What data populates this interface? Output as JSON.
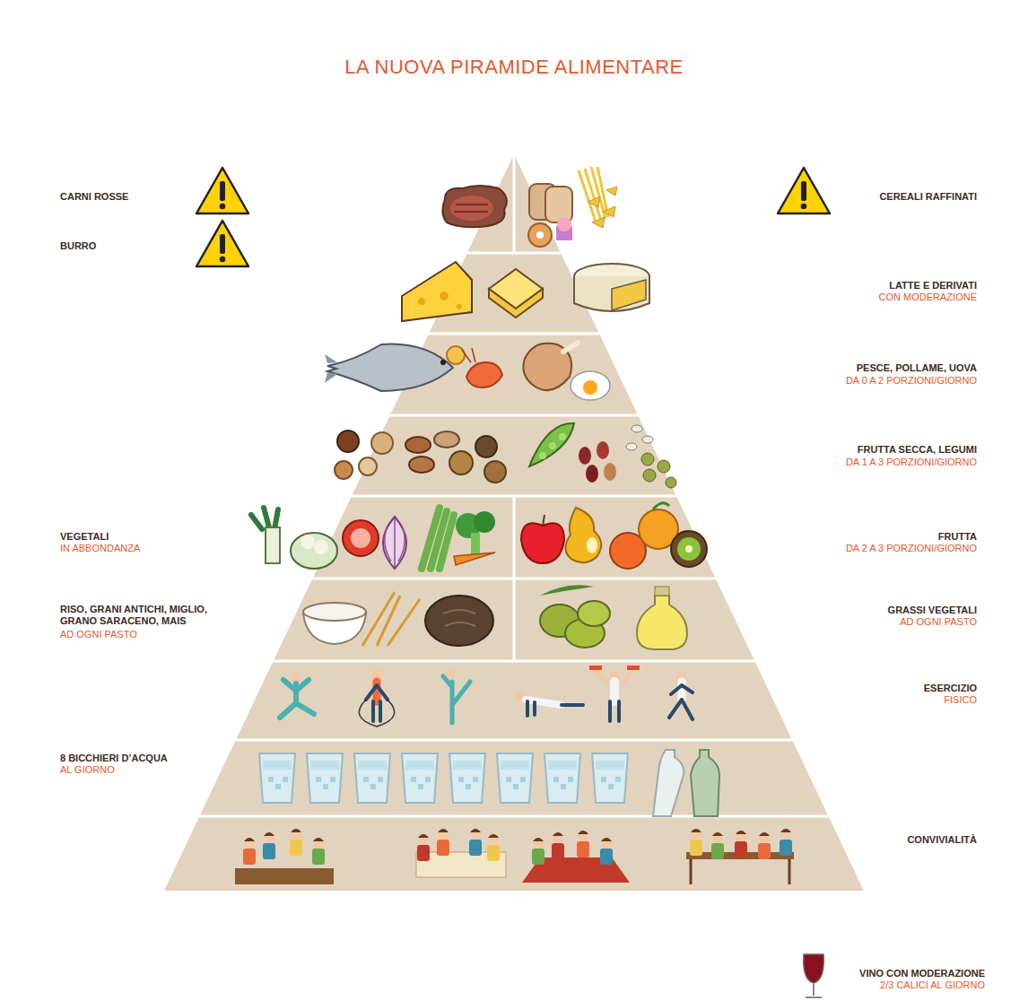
{
  "diagram": {
    "title": "LA NUOVA PIRAMIDE ALIMENTARE",
    "labels": [
      "CARNI ROSSE",
      "CEREALI RAFFINATI",
      "BURRO",
      "LATTE E DERIVATI",
      "CON MODERAZIONE",
      "PESCE, POLLAME, UOVA",
      "DA 0 A 2 PORZIONI/GIORNO",
      "FRUTTA SECCA, LEGUMI",
      "DA 1 A 3 PORZIONI/GIORNO",
      "VEGETALI",
      "IN ABBONDANZA",
      "FRUTTA",
      "DA 2 A 3 PORZIONI/GIORNO",
      "RISO, GRANI ANTICHI, MIGLIO, GRANO SARACENO, MAIS",
      "AD OGNI PASTO",
      "GRASSI VEGETALI",
      "AD OGNI PASTO",
      "ESERCIZIO",
      "FISICO",
      "8 BICCHIERI D’ACQUA",
      "AL GIORNO",
      "CONVIVIALITÀ",
      "VINO CON MODERAZIONE",
      "2/3 CALICI AL GIORNO"
    ]
  }
}
